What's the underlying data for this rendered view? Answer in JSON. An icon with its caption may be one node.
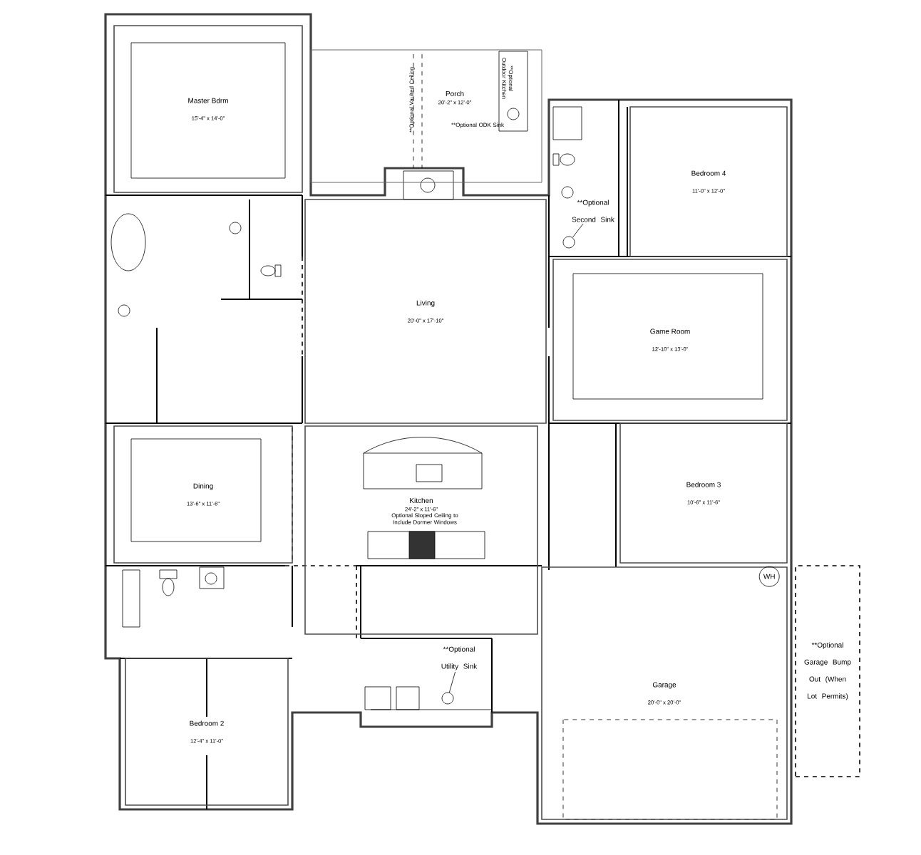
{
  "diagram": {
    "nodes": [
      {
        "text": [
          "Master Bdrm",
          "15'-4\" x 14'-0\""
        ]
      },
      {
        "text": [
          "Porch",
          "20'-2\" x 12'-0\""
        ]
      },
      {
        "text": [
          "Living",
          "20'-0\" x 17'-10\""
        ]
      },
      {
        "text": [
          "Bedroom 4",
          "11'-0\" x 12'-0\""
        ]
      },
      {
        "text": [
          "Game Room",
          "12'-10\" x 13'-0\""
        ]
      },
      {
        "text": [
          "Dining",
          "13'-6\" x 11'-6\""
        ]
      },
      {
        "text": [
          "Kitchen",
          "24'-2\" x 11'-6\""
        ]
      },
      {
        "text": [
          "Bedroom 3",
          "10'-6\" x 11'-6\""
        ]
      },
      {
        "text": [
          "Bedroom 2",
          "12'-4\" x 11'-0\""
        ]
      },
      {
        "text": [
          "Garage",
          "20'-0\" x 20'-0\""
        ]
      },
      {
        "text": [
          "WH"
        ],
        "in": 9
      },
      {
        "text": [
          "**Optional Garage Bump Out (When Lot Permits)"
        ]
      },
      {
        "text": [
          "**Optional Second Sink"
        ]
      },
      {
        "text": [],
        "shape": "circle"
      },
      {
        "text": [
          "**Optional Utility Sink"
        ]
      },
      {
        "text": [],
        "shape": "circle"
      }
    ],
    "edges": [
      {
        "from": 12,
        "to": 13,
        "arrow": "none"
      },
      {
        "from": 14,
        "to": 15,
        "arrow": "none"
      }
    ],
    "labels": [
      "**Optional Vaulted Ceiling",
      "**Optional Outdoor Kitchen",
      "**Optional ODK Sink",
      "Optional Sloped Ceiling to Include Dormer Windows"
    ]
  }
}
